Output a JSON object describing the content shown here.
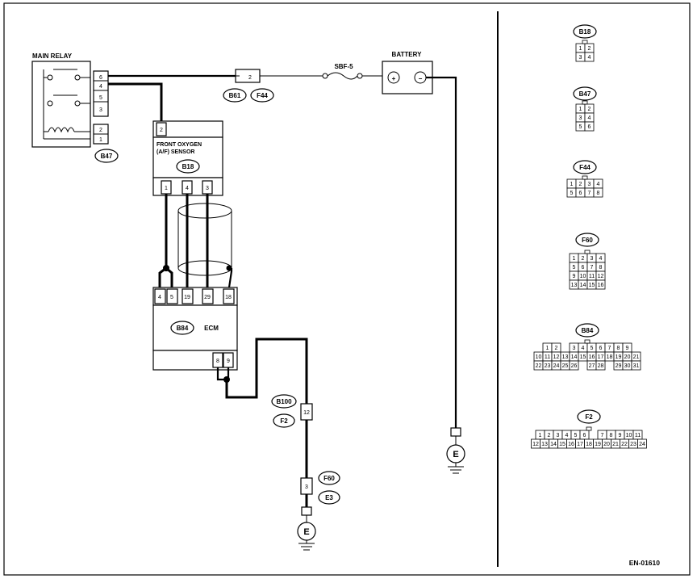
{
  "diagram_id": "EN-01610",
  "components": {
    "main_relay": {
      "title": "MAIN RELAY",
      "pins_top": [
        "6",
        "4",
        "5",
        "3"
      ],
      "pins_bottom": [
        "2",
        "1"
      ],
      "connector": "B47"
    },
    "sensor": {
      "line1": "FRONT OXYGEN",
      "line2": "(A/F) SENSOR",
      "connector": "B18",
      "top_pin": "2",
      "bottom_pins": [
        "1",
        "4",
        "3"
      ]
    },
    "ecm": {
      "label": "ECM",
      "connector": "B84",
      "top_pins": [
        "4",
        "5",
        "19",
        "29",
        "18"
      ],
      "bottom_pins": [
        "8",
        "9"
      ]
    },
    "battery": {
      "label": "BATTERY",
      "pos_symbol": "+",
      "neg_symbol": "−"
    },
    "fuse": {
      "label": "SBF-5"
    },
    "connectors": {
      "b61_f44": {
        "pin": "2",
        "labels": [
          "B61",
          "F44"
        ]
      },
      "b100_f2": {
        "pin": "12",
        "labels": [
          "B100",
          "F2"
        ]
      },
      "f60_e3": {
        "pin": "3",
        "labels": [
          "F60",
          "E3"
        ]
      }
    },
    "ground_symbol": "E"
  },
  "connector_views": [
    {
      "name": "B18",
      "rows": [
        [
          "1",
          "2"
        ],
        [
          "3",
          "4"
        ]
      ]
    },
    {
      "name": "B47",
      "rows": [
        [
          "1",
          "2"
        ],
        [
          "3",
          "4"
        ],
        [
          "5",
          "6"
        ]
      ]
    },
    {
      "name": "F44",
      "rows": [
        [
          "1",
          "2",
          "3",
          "4"
        ],
        [
          "5",
          "6",
          "7",
          "8"
        ]
      ]
    },
    {
      "name": "F60",
      "rows": [
        [
          "1",
          "2",
          "3",
          "4"
        ],
        [
          "5",
          "6",
          "7",
          "8"
        ],
        [
          "9",
          "10",
          "11",
          "12"
        ],
        [
          "13",
          "14",
          "15",
          "16"
        ]
      ]
    },
    {
      "name": "B84",
      "rows": [
        [
          "1",
          "2",
          "",
          "3",
          "4",
          "5",
          "6",
          "7",
          "8",
          "9"
        ],
        [
          "10",
          "11",
          "12",
          "13",
          "14",
          "15",
          "16",
          "17",
          "18",
          "19",
          "20",
          "21"
        ],
        [
          "22",
          "23",
          "24",
          "25",
          "26",
          "",
          "27",
          "28",
          "",
          "29",
          "30",
          "31"
        ]
      ]
    },
    {
      "name": "F2",
      "rows": [
        [
          "1",
          "2",
          "3",
          "4",
          "5",
          "6",
          "",
          "7",
          "8",
          "9",
          "10",
          "11"
        ],
        [
          "12",
          "13",
          "14",
          "15",
          "16",
          "17",
          "18",
          "19",
          "20",
          "21",
          "22",
          "23",
          "24"
        ]
      ]
    }
  ]
}
